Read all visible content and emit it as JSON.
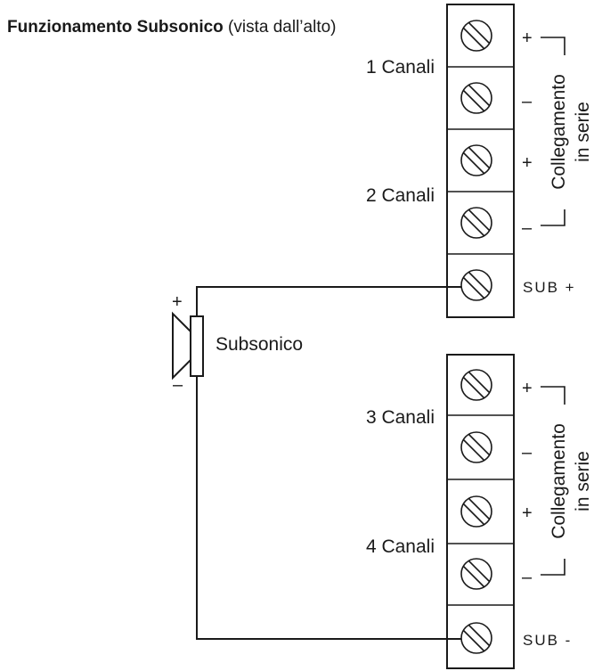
{
  "title": {
    "bold": "Funzionamento Subsonico",
    "normal": " (vista dall’alto)"
  },
  "blocks": [
    {
      "channel_labels": [
        "1 Canali",
        "2 Canali"
      ],
      "signs": [
        "+",
        "–",
        "+",
        "–"
      ],
      "side_label": [
        "Collegamento",
        "in serie"
      ],
      "sub_label": "SUB +"
    },
    {
      "channel_labels": [
        "3 Canali",
        "4 Canali"
      ],
      "signs": [
        "+",
        "–",
        "+",
        "–"
      ],
      "side_label": [
        "Collegamento",
        "in serie"
      ],
      "sub_label": "SUB -"
    }
  ],
  "speaker": {
    "label": "Subsonico",
    "plus": "+",
    "minus": "–"
  },
  "icons": {
    "terminal": "screw-terminal-icon",
    "speaker": "speaker-icon"
  },
  "colors": {
    "ink": "#1a1a1a",
    "background": "#ffffff"
  }
}
